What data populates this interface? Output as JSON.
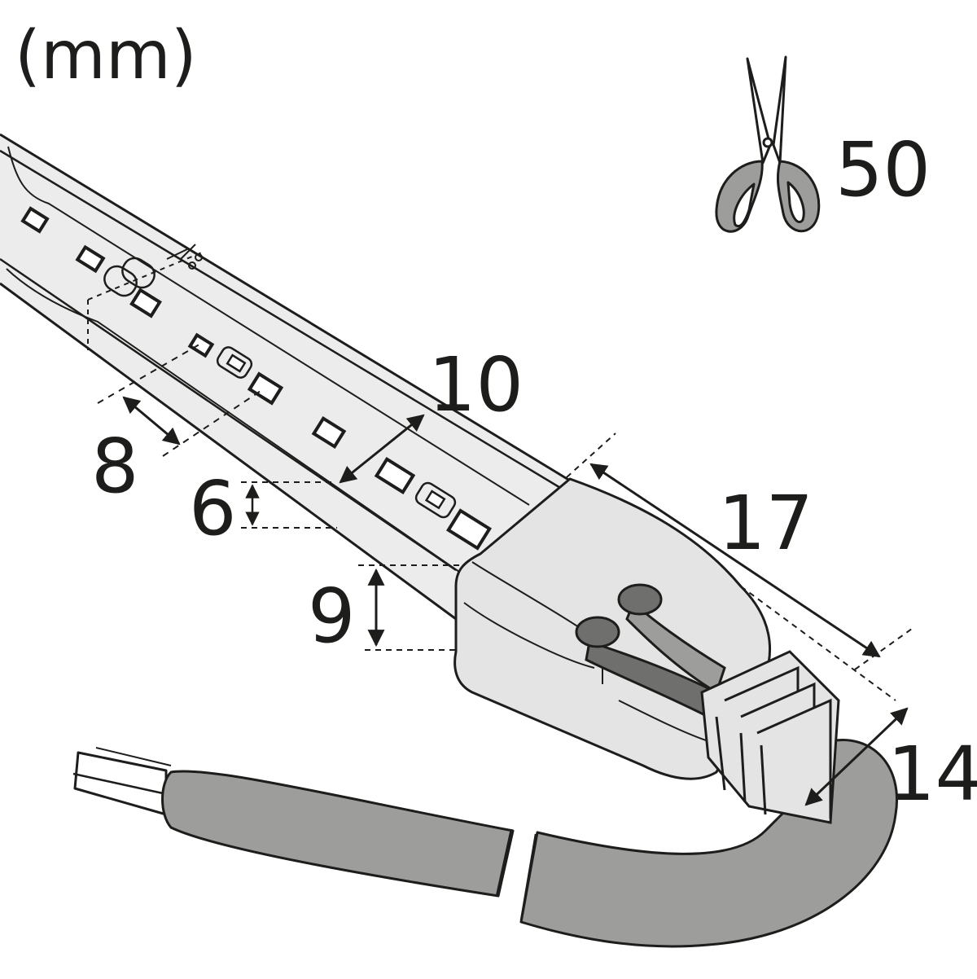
{
  "unit_label": "(mm)",
  "cut_interval": "50",
  "dimensions": {
    "segment_spacing": "8",
    "strip_width": "10",
    "strip_height": "6",
    "cap_height": "9",
    "cap_length": "17",
    "cable_diameter": "14"
  },
  "colors": {
    "line": "#1d1d1b",
    "strip_body": "#ececec",
    "end_cap": "#e4e4e4",
    "cable": "#9d9d9c",
    "wire": "#6f6f6e",
    "scissors_handle": "#9d9d9c"
  },
  "icons": [
    "scissors-icon",
    "cut-mark-icon"
  ]
}
